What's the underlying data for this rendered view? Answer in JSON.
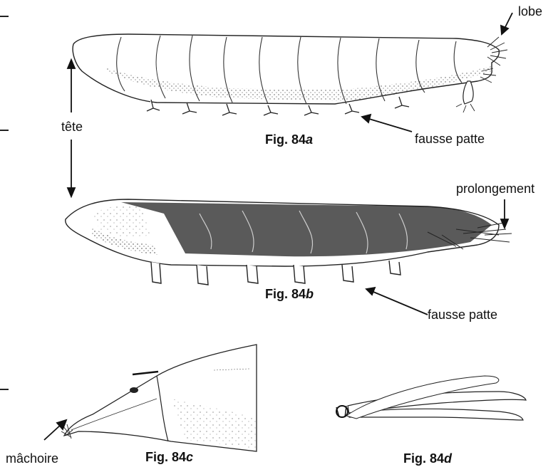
{
  "labels": {
    "lobe": "lobe",
    "tete": "tête",
    "fausse_patte_a": "fausse patte",
    "prolongement": "prolongement",
    "fausse_patte_b": "fausse patte",
    "machoire": "mâchoire"
  },
  "figures": {
    "a": {
      "prefix": "Fig. 84",
      "letter": "a"
    },
    "b": {
      "prefix": "Fig. 84",
      "letter": "b"
    },
    "c": {
      "prefix": "Fig. 84",
      "letter": "c"
    },
    "d": {
      "prefix": "Fig. 84",
      "letter": "d"
    }
  }
}
